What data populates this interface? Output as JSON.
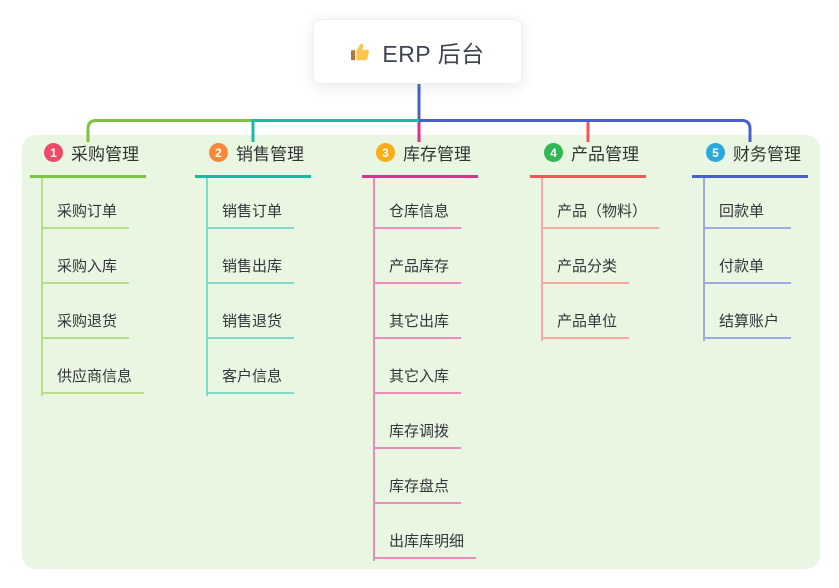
{
  "root": {
    "label": "ERP 后台",
    "icon": "thumbs-up-icon"
  },
  "colors": {
    "canvas_bg": "#ffffff",
    "panel_bg": "#e8f6e2",
    "root_connector": "#4a5fc9",
    "root_text": "#3d434f",
    "header_text": "#333333",
    "child_text": "#35353a",
    "thumb_yellow": "#fbc64a",
    "thumb_cuff": "#b5773a"
  },
  "branches": [
    {
      "num": "1",
      "label": "采购管理",
      "accent": "#7dc242",
      "light": "#b5dd8b",
      "badge": "#ee4a66",
      "children": [
        "采购订单",
        "采购入库",
        "采购退货",
        "供应商信息"
      ]
    },
    {
      "num": "2",
      "label": "销售管理",
      "accent": "#19b9a8",
      "light": "#82d8c9",
      "badge": "#f9883b",
      "children": [
        "销售订单",
        "销售出库",
        "销售退货",
        "客户信息"
      ]
    },
    {
      "num": "3",
      "label": "库存管理",
      "accent": "#d8308f",
      "light": "#ef8bbc",
      "badge": "#f9ad18",
      "children": [
        "仓库信息",
        "产品库存",
        "其它出库",
        "其它入库",
        "库存调拨",
        "库存盘点",
        "出库库明细"
      ]
    },
    {
      "num": "4",
      "label": "产品管理",
      "accent": "#f25752",
      "light": "#f8aaa2",
      "badge": "#2fb854",
      "children": [
        "产品（物料）",
        "产品分类",
        "产品单位"
      ]
    },
    {
      "num": "5",
      "label": "财务管理",
      "accent": "#4a5fc9",
      "light": "#9dabe4",
      "badge": "#2ba9dd",
      "children": [
        "回款单",
        "付款单",
        "结算账户"
      ]
    }
  ]
}
